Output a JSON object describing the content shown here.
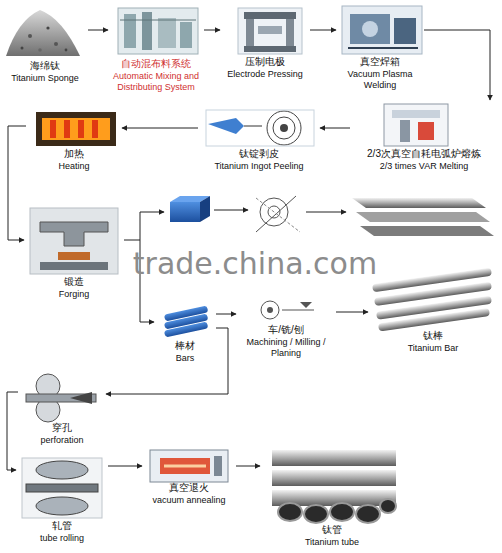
{
  "diagram": {
    "nodes": [
      {
        "text": [
          "海绵钛",
          "Titanium Sponge"
        ]
      },
      {
        "text": [
          "自动混布料系统",
          "Automatic Mixing and Distributing System"
        ]
      },
      {
        "text": [
          "压制电极",
          "Electrode Pressing"
        ]
      },
      {
        "text": [
          "真空焊箱",
          "Vacuum Plasma Welding"
        ]
      },
      {
        "text": [
          "2/3次真空自耗电弧炉熔炼",
          "2/3 times VAR Melting"
        ]
      },
      {
        "text": [
          "钛锭剥皮",
          "Titanium Ingot Peeling"
        ]
      },
      {
        "text": [
          "加热",
          "Heating"
        ]
      },
      {
        "text": [
          "锻造",
          "Forging"
        ]
      },
      {
        "text": [
          "棒材",
          "Bars"
        ]
      },
      {
        "text": [
          "车/铣/刨",
          "Machining / Milling / Planing"
        ]
      },
      {
        "text": [
          "钛棒",
          "Titanium Bar"
        ]
      },
      {
        "text": [
          "穿孔",
          "perforation"
        ]
      },
      {
        "text": [
          "轧管",
          "tube rolling"
        ]
      },
      {
        "text": [
          "真空退火",
          "vacuum annealing"
        ]
      },
      {
        "text": [
          "钛管",
          "Titanium tube"
        ]
      }
    ],
    "edges": [
      {
        "from": 0,
        "to": 1,
        "arrow": "to"
      },
      {
        "from": 1,
        "to": 2,
        "arrow": "to"
      },
      {
        "from": 2,
        "to": 3,
        "arrow": "to"
      },
      {
        "from": 3,
        "to": 4,
        "arrow": "to"
      },
      {
        "from": 4,
        "to": 5,
        "arrow": "to"
      },
      {
        "from": 5,
        "to": 6,
        "arrow": "to"
      },
      {
        "from": 6,
        "to": 7,
        "arrow": "to"
      },
      {
        "from": 7,
        "to": 8,
        "arrow": "to"
      },
      {
        "from": 8,
        "to": 9,
        "arrow": "to"
      },
      {
        "from": 9,
        "to": 10,
        "arrow": "to"
      },
      {
        "from": 8,
        "to": 11,
        "arrow": "to"
      },
      {
        "from": 11,
        "to": 12,
        "arrow": "to"
      },
      {
        "from": 12,
        "to": 13,
        "arrow": "to"
      },
      {
        "from": 13,
        "to": 14,
        "arrow": "to"
      }
    ],
    "labels": [
      "trade.china.com"
    ]
  }
}
